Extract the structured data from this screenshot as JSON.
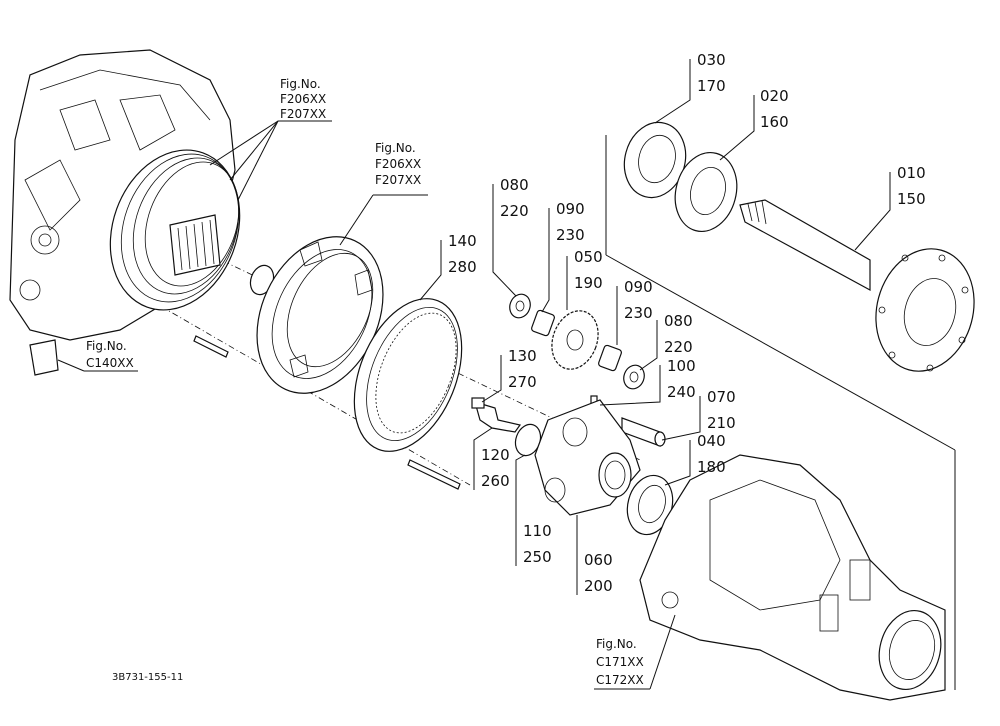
{
  "drawing_code": "3B731-155-11",
  "fig_refs": [
    {
      "id": "f1",
      "title": "Fig.No.",
      "codes": [
        "F206XX",
        "F207XX"
      ]
    },
    {
      "id": "f2",
      "title": "Fig.No.",
      "codes": [
        "F206XX",
        "F207XX"
      ]
    },
    {
      "id": "f3",
      "title": "Fig.No.",
      "codes": [
        "C140XX"
      ]
    },
    {
      "id": "f4",
      "title": "Fig.No.",
      "codes": [
        "C171XX",
        "C172XX"
      ]
    }
  ],
  "callouts": [
    {
      "id": "c030",
      "top": "030",
      "bottom": "170"
    },
    {
      "id": "c020",
      "top": "020",
      "bottom": "160"
    },
    {
      "id": "c010",
      "top": "010",
      "bottom": "150"
    },
    {
      "id": "c080a",
      "top": "080",
      "bottom": "220"
    },
    {
      "id": "c090a",
      "top": "090",
      "bottom": "230"
    },
    {
      "id": "c050",
      "top": "050",
      "bottom": "190"
    },
    {
      "id": "c140",
      "top": "140",
      "bottom": "280"
    },
    {
      "id": "c090b",
      "top": "090",
      "bottom": "230"
    },
    {
      "id": "c080b",
      "top": "080",
      "bottom": "220"
    },
    {
      "id": "c100",
      "top": "100",
      "bottom": "240"
    },
    {
      "id": "c130",
      "top": "130",
      "bottom": "270"
    },
    {
      "id": "c070",
      "top": "070",
      "bottom": "210"
    },
    {
      "id": "c040",
      "top": "040",
      "bottom": "180"
    },
    {
      "id": "c120",
      "top": "120",
      "bottom": "260"
    },
    {
      "id": "c110",
      "top": "110",
      "bottom": "250"
    },
    {
      "id": "c060",
      "top": "060",
      "bottom": "200"
    }
  ]
}
